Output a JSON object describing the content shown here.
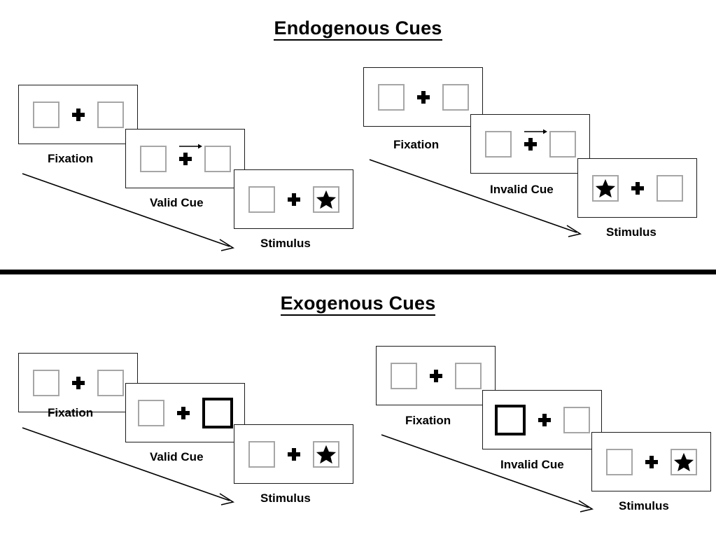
{
  "figure": {
    "sections": [
      {
        "id": "endogenous",
        "title": "Endogenous Cues",
        "cue_type": "arrow",
        "sequences": [
          {
            "id": "endogenous-valid",
            "validity": "valid",
            "stages": [
              {
                "label": "Fixation",
                "left_box": "empty",
                "right_box": "empty",
                "cue": "none",
                "cross": "plus"
              },
              {
                "label": "Valid Cue",
                "left_box": "empty",
                "right_box": "empty",
                "cue": "arrow-right",
                "cross": "plus"
              },
              {
                "label": "Stimulus",
                "left_box": "empty",
                "right_box": "star",
                "cue": "none",
                "cross": "plus"
              }
            ]
          },
          {
            "id": "endogenous-invalid",
            "validity": "invalid",
            "stages": [
              {
                "label": "Fixation",
                "left_box": "empty",
                "right_box": "empty",
                "cue": "none",
                "cross": "plus"
              },
              {
                "label": "Invalid Cue",
                "left_box": "empty",
                "right_box": "empty",
                "cue": "arrow-right",
                "cross": "plus"
              },
              {
                "label": "Stimulus",
                "left_box": "star",
                "right_box": "empty",
                "cue": "none",
                "cross": "plus"
              }
            ]
          }
        ]
      },
      {
        "id": "exogenous",
        "title": "Exogenous Cues",
        "cue_type": "box-highlight",
        "sequences": [
          {
            "id": "exogenous-valid",
            "validity": "valid",
            "stages": [
              {
                "label": "Fixation",
                "left_box": "empty",
                "right_box": "empty",
                "cue": "none",
                "cross": "plus"
              },
              {
                "label": "Valid Cue",
                "left_box": "empty",
                "right_box": "cued",
                "cue": "highlight-right",
                "cross": "plus"
              },
              {
                "label": "Stimulus",
                "left_box": "empty",
                "right_box": "star",
                "cue": "none",
                "cross": "plus"
              }
            ]
          },
          {
            "id": "exogenous-invalid",
            "validity": "invalid",
            "stages": [
              {
                "label": "Fixation",
                "left_box": "empty",
                "right_box": "empty",
                "cue": "none",
                "cross": "plus"
              },
              {
                "label": "Invalid Cue",
                "left_box": "cued",
                "right_box": "empty",
                "cue": "highlight-left",
                "cross": "plus"
              },
              {
                "label": "Stimulus",
                "left_box": "empty",
                "right_box": "star",
                "cue": "none",
                "cross": "plus"
              }
            ]
          }
        ]
      }
    ],
    "colors": {
      "panel_border": "#1a1a1a",
      "box_border": "#a6a6a6",
      "cue_border": "#000000",
      "stimulus": "#000000",
      "text": "#000000",
      "divider": "#000000",
      "background": "#ffffff"
    },
    "icons": {
      "fixation_cross": "plus-icon",
      "stimulus": "star-icon",
      "cue": "arrow-right-icon",
      "time": "time-arrow-icon"
    }
  }
}
